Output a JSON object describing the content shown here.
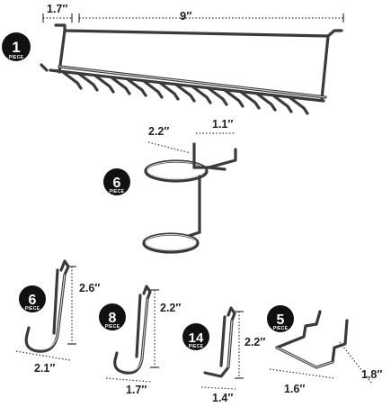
{
  "items": [
    {
      "name": "tool-rack",
      "quantity": "1",
      "unit": "PIECE",
      "dimensions": [
        "1.7″",
        "9″"
      ]
    },
    {
      "name": "ring-holder",
      "quantity": "6",
      "unit": "PIECE",
      "dimensions": [
        "2.2″",
        "1.1″"
      ]
    },
    {
      "name": "large-j-hook",
      "quantity": "6",
      "unit": "PIECE",
      "dimensions": [
        "2.6″",
        "2.1″"
      ]
    },
    {
      "name": "medium-j-hook",
      "quantity": "8",
      "unit": "PIECE",
      "dimensions": [
        "2.2″",
        "1.7″"
      ]
    },
    {
      "name": "l-hook",
      "quantity": "14",
      "unit": "PIECE",
      "dimensions": [
        "2.2″",
        "1.4″"
      ]
    },
    {
      "name": "spring-clip",
      "quantity": "5",
      "unit": "PIECE",
      "dimensions": [
        "1.6″",
        "1.8″"
      ]
    }
  ],
  "colors": {
    "badge": "#111111",
    "badge_text": "#ffffff",
    "wire": "#3a3a3a"
  }
}
